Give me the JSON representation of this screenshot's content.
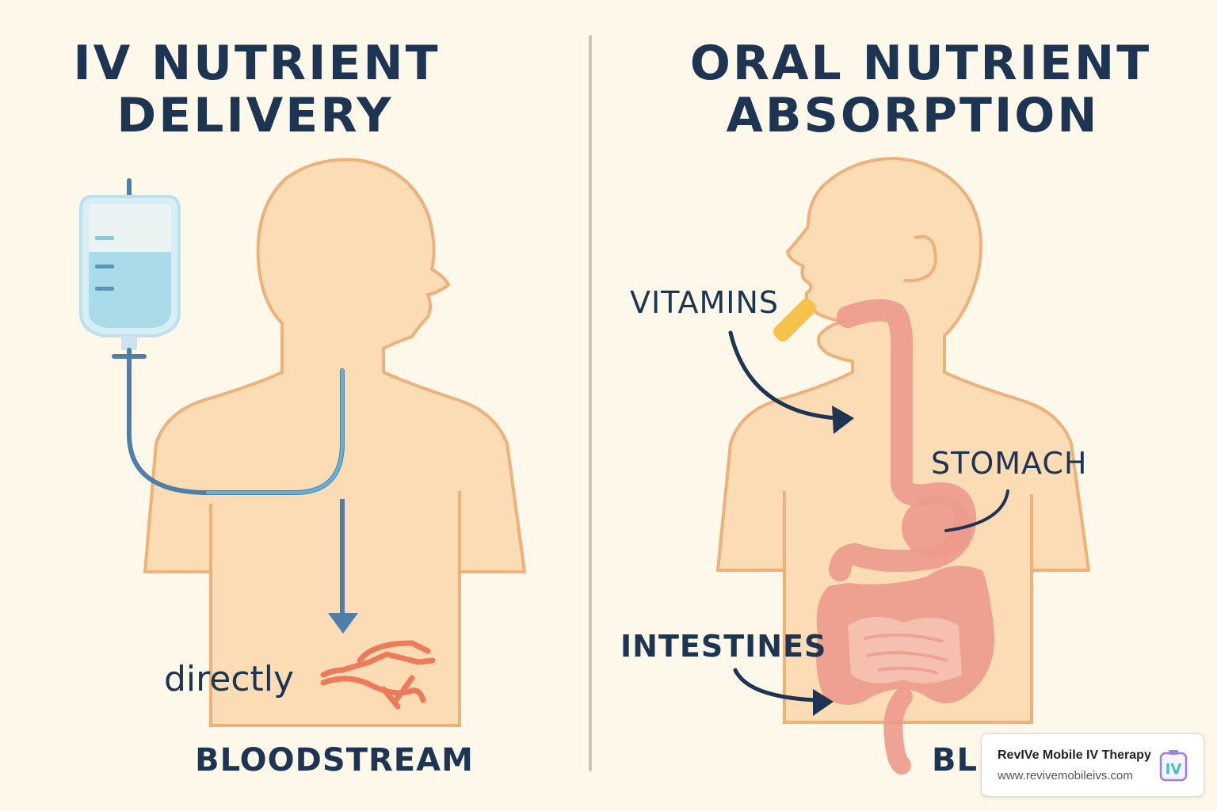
{
  "left_panel": {
    "title_line1": "IV NUTRIENT",
    "title_line2": "DELIVERY",
    "directly_label": "directly",
    "bloodstream_label": "BLOODSTREAM"
  },
  "right_panel": {
    "title_line1": "ORAL NUTRIENT",
    "title_line2": "ABSORPTION",
    "vitamins_label": "VITAMINS",
    "stomach_label": "STOMACH",
    "intestines_label": "INTESTINES",
    "bloodstream_partial": "BL"
  },
  "watermark": {
    "name": "RevIVe Mobile IV Therapy",
    "url": "www.revivemobileivs.com",
    "logo_text": "IV"
  },
  "colors": {
    "background": "#fdf8ea",
    "body_fill": "#fbdcb5",
    "body_outline": "#f0b079",
    "text": "#1d3553",
    "iv_fluid": "#a9dbe9",
    "iv_tube": "#4f7ea8",
    "vessel": "#ef7a5a",
    "gut": "#ec9a8c",
    "pill": "#f6c34a",
    "arrow": "#1d3553"
  }
}
